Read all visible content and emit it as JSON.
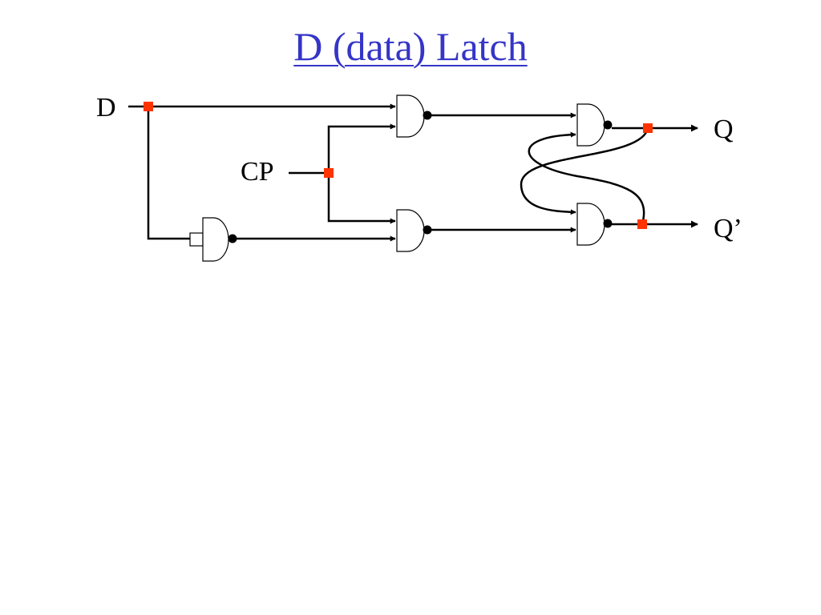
{
  "title": "D (data) Latch",
  "colors": {
    "title": "#3535c8",
    "junction": "#ff3300",
    "wire": "#000000"
  },
  "labels": {
    "d": "D",
    "cp": "CP",
    "q": "Q",
    "q_bar": "Q’"
  }
}
